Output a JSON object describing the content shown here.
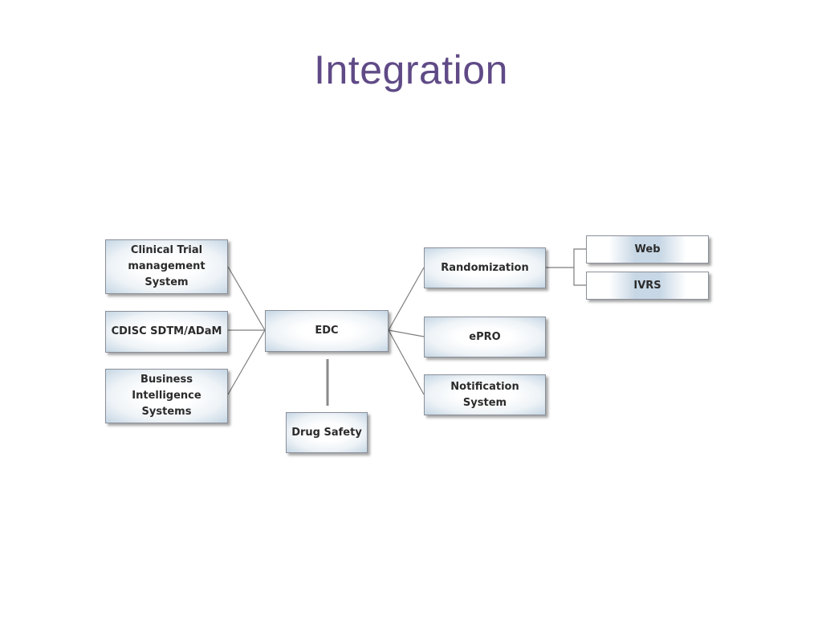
{
  "slide": {
    "title": "Integration"
  },
  "diagram": {
    "center": "EDC",
    "left_nodes": [
      "Clinical Trial management System",
      "CDISC SDTM/ADaM",
      "Business Intelligence Systems"
    ],
    "bottom_node": "Drug Safety",
    "right_nodes": [
      "Randomization",
      "ePRO",
      "Notification System"
    ],
    "randomization_children": [
      "Web",
      "IVRS"
    ]
  }
}
